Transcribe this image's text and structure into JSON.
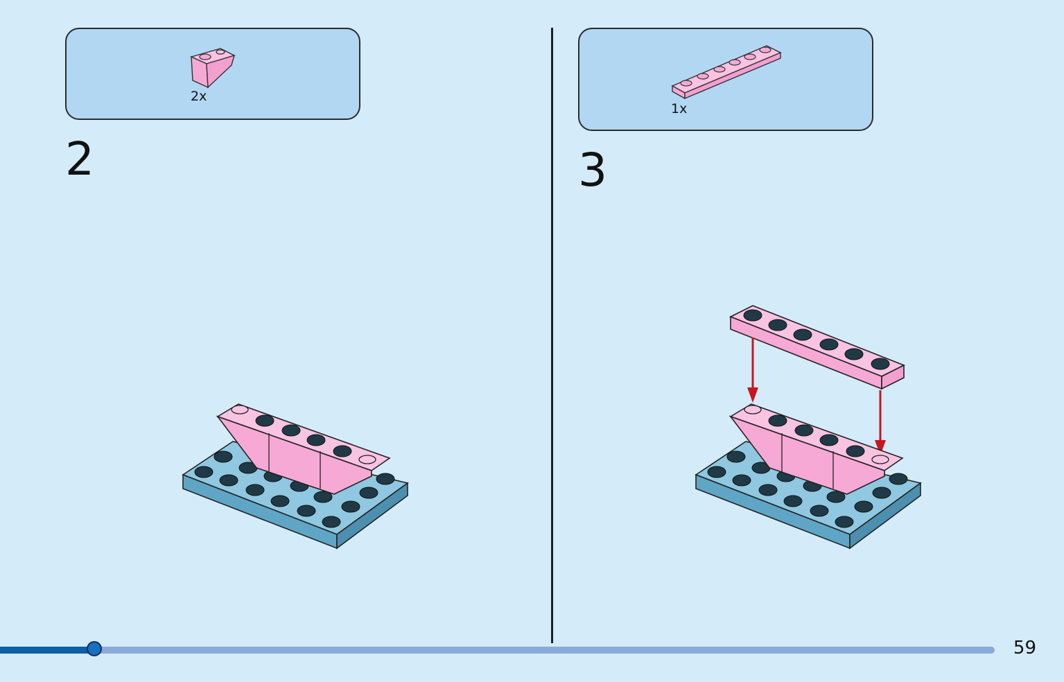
{
  "page": {
    "number": "59",
    "progress": 0.095
  },
  "steps": [
    {
      "number": "2",
      "parts": [
        {
          "quantity": "2x",
          "icon": "inverted-slope-brick-pink-icon"
        }
      ],
      "colors": {
        "pink": "#f6a9d5",
        "base": "#5fa6c6"
      }
    },
    {
      "number": "3",
      "parts": [
        {
          "quantity": "1x",
          "icon": "plate-1x6-pink-icon"
        }
      ],
      "colors": {
        "pink": "#f6a9d5",
        "base": "#5fa6c6",
        "arrow": "#c8161d"
      }
    }
  ]
}
